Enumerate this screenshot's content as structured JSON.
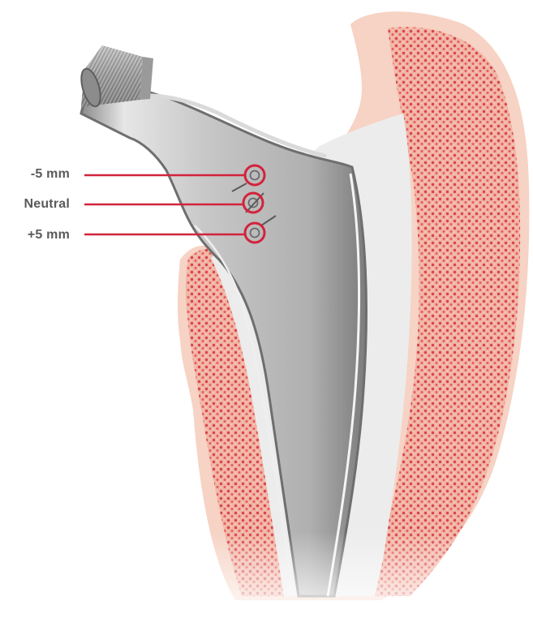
{
  "callouts": {
    "minus": "-5 mm",
    "neutral": "Neutral",
    "plus": "+5 mm"
  },
  "colors": {
    "accent": "#d2233c",
    "bone_outer": "#f6d3c4",
    "bone_pore": "#d9424e",
    "implant_metal": "#c4c4c4",
    "cement": "#ededed",
    "label_text": "#5a5a5a"
  }
}
